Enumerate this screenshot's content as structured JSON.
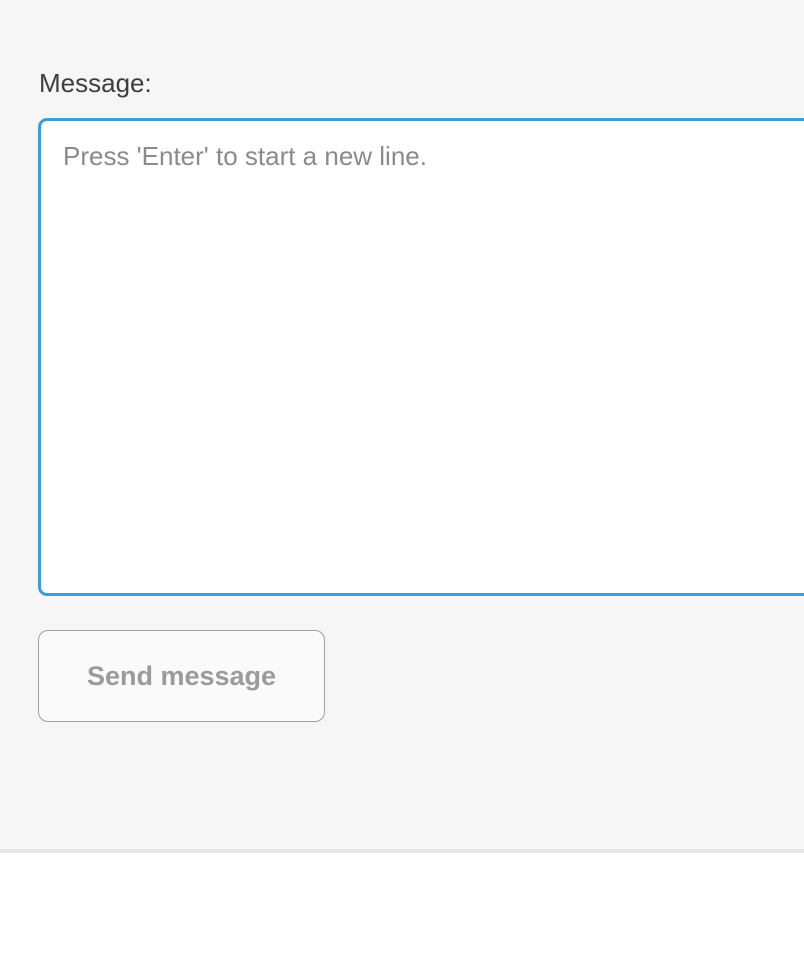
{
  "form": {
    "label": "Message:",
    "textarea": {
      "value": "",
      "placeholder": "Press 'Enter' to start a new line."
    },
    "send_button_label": "Send message"
  },
  "colors": {
    "panel_background": "#f6f6f6",
    "textarea_border_accent": "#3b9fd6",
    "textarea_background": "#ffffff",
    "label_text": "#3e3e3e",
    "placeholder_text": "#8b8b8b",
    "button_text": "#9b9b9b",
    "button_border": "#a0a0a0",
    "button_background": "#fafafa",
    "divider": "#e6e6e6",
    "bottom_background": "#ffffff"
  }
}
